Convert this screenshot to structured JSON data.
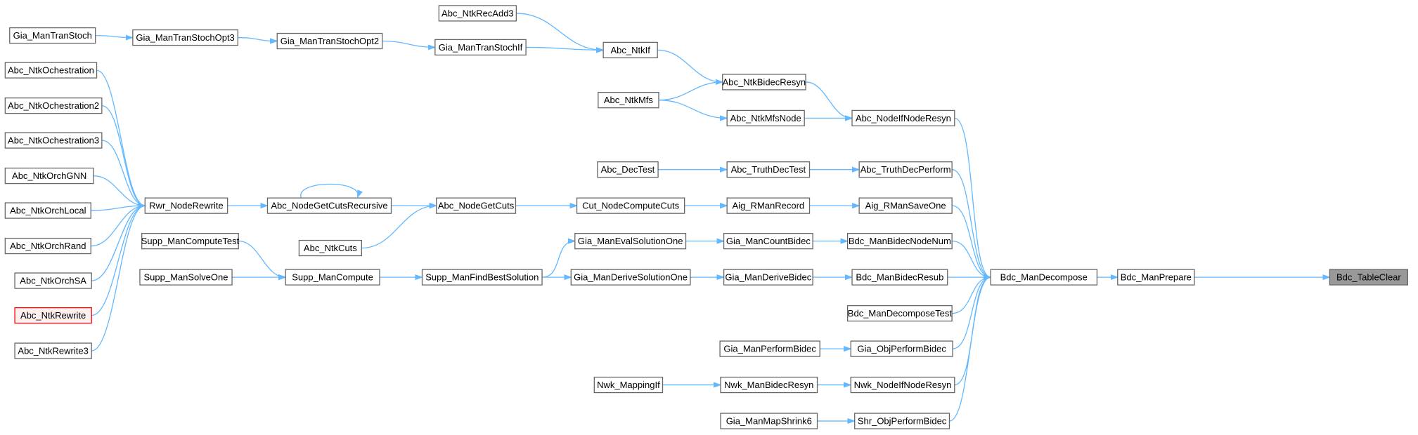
{
  "colors": {
    "edge": "#63b8ff",
    "node_border": "#666666",
    "node_fill": "#ffffff",
    "root_fill": "#999999",
    "highlight_border": "#ff0000",
    "highlight_fill": "#fff0f0"
  },
  "nodes": [
    {
      "id": "gts",
      "label": "Gia_ManTranStoch"
    },
    {
      "id": "gtso3",
      "label": "Gia_ManTranStochOpt3"
    },
    {
      "id": "gtso2",
      "label": "Gia_ManTranStochOpt2"
    },
    {
      "id": "gtsif",
      "label": "Gia_ManTranStochIf"
    },
    {
      "id": "anra",
      "label": "Abc_NtkRecAdd3"
    },
    {
      "id": "anif",
      "label": "Abc_NtkIf"
    },
    {
      "id": "anbr",
      "label": "Abc_NtkBidecResyn"
    },
    {
      "id": "anmfs",
      "label": "Abc_NtkMfs"
    },
    {
      "id": "anmfsn",
      "label": "Abc_NtkMfsNode"
    },
    {
      "id": "anifnr",
      "label": "Abc_NodeIfNodeResyn"
    },
    {
      "id": "ano",
      "label": "Abc_NtkOchestration"
    },
    {
      "id": "ano2",
      "label": "Abc_NtkOchestration2"
    },
    {
      "id": "ano3",
      "label": "Abc_NtkOchestration3"
    },
    {
      "id": "aognn",
      "label": "Abc_NtkOrchGNN"
    },
    {
      "id": "aolocal",
      "label": "Abc_NtkOrchLocal"
    },
    {
      "id": "aorand",
      "label": "Abc_NtkOrchRand"
    },
    {
      "id": "aosa",
      "label": "Abc_NtkOrchSA"
    },
    {
      "id": "anrw",
      "label": "Abc_NtkRewrite",
      "highlight": true
    },
    {
      "id": "anrw3",
      "label": "Abc_NtkRewrite3"
    },
    {
      "id": "rnr",
      "label": "Rwr_NodeRewrite"
    },
    {
      "id": "angcr",
      "label": "Abc_NodeGetCutsRecursive"
    },
    {
      "id": "angc",
      "label": "Abc_NodeGetCuts"
    },
    {
      "id": "anc",
      "label": "Abc_NtkCuts"
    },
    {
      "id": "adt",
      "label": "Abc_DecTest"
    },
    {
      "id": "atdt",
      "label": "Abc_TruthDecTest"
    },
    {
      "id": "atdp",
      "label": "Abc_TruthDecPerform"
    },
    {
      "id": "cncc",
      "label": "Cut_NodeComputeCuts"
    },
    {
      "id": "arr",
      "label": "Aig_RManRecord"
    },
    {
      "id": "arso",
      "label": "Aig_RManSaveOne"
    },
    {
      "id": "smct",
      "label": "Supp_ManComputeTest"
    },
    {
      "id": "smso",
      "label": "Supp_ManSolveOne"
    },
    {
      "id": "smc",
      "label": "Supp_ManCompute"
    },
    {
      "id": "smfbs",
      "label": "Supp_ManFindBestSolution"
    },
    {
      "id": "gmeso",
      "label": "Gia_ManEvalSolutionOne"
    },
    {
      "id": "gmdso",
      "label": "Gia_ManDeriveSolutionOne"
    },
    {
      "id": "gmcb",
      "label": "Gia_ManCountBidec"
    },
    {
      "id": "gmdb",
      "label": "Gia_ManDeriveBidec"
    },
    {
      "id": "bmbnn",
      "label": "Bdc_ManBidecNodeNum"
    },
    {
      "id": "bmbr",
      "label": "Bdc_ManBidecResub"
    },
    {
      "id": "bmdt",
      "label": "Bdc_ManDecomposeTest"
    },
    {
      "id": "gmpb",
      "label": "Gia_ManPerformBidec"
    },
    {
      "id": "gopb",
      "label": "Gia_ObjPerformBidec"
    },
    {
      "id": "nmif",
      "label": "Nwk_MappingIf"
    },
    {
      "id": "nmbr",
      "label": "Nwk_ManBidecResyn"
    },
    {
      "id": "nnifnr",
      "label": "Nwk_NodeIfNodeResyn"
    },
    {
      "id": "gmms6",
      "label": "Gia_ManMapShrink6"
    },
    {
      "id": "sopb",
      "label": "Shr_ObjPerformBidec"
    },
    {
      "id": "bmd",
      "label": "Bdc_ManDecompose"
    },
    {
      "id": "bmp",
      "label": "Bdc_ManPrepare"
    },
    {
      "id": "btc",
      "label": "Bdc_TableClear",
      "root": true
    }
  ],
  "edges": [
    [
      "gts",
      "gtso3"
    ],
    [
      "gtso3",
      "gtso2"
    ],
    [
      "gtso2",
      "gtsif"
    ],
    [
      "gtsif",
      "anif"
    ],
    [
      "anra",
      "anif"
    ],
    [
      "anif",
      "anbr"
    ],
    [
      "anmfs",
      "anbr"
    ],
    [
      "anmfs",
      "anmfsn"
    ],
    [
      "anbr",
      "anifnr"
    ],
    [
      "anmfsn",
      "anifnr"
    ],
    [
      "anifnr",
      "bmd"
    ],
    [
      "ano",
      "rnr"
    ],
    [
      "ano2",
      "rnr"
    ],
    [
      "ano3",
      "rnr"
    ],
    [
      "aognn",
      "rnr"
    ],
    [
      "aolocal",
      "rnr"
    ],
    [
      "aorand",
      "rnr"
    ],
    [
      "aosa",
      "rnr"
    ],
    [
      "anrw",
      "rnr"
    ],
    [
      "anrw3",
      "rnr"
    ],
    [
      "rnr",
      "angcr"
    ],
    [
      "angcr",
      "angcr"
    ],
    [
      "angcr",
      "angc"
    ],
    [
      "anc",
      "angc"
    ],
    [
      "angc",
      "cncc"
    ],
    [
      "cncc",
      "arr"
    ],
    [
      "arr",
      "arso"
    ],
    [
      "arso",
      "bmd"
    ],
    [
      "adt",
      "atdt"
    ],
    [
      "atdt",
      "atdp"
    ],
    [
      "atdp",
      "bmd"
    ],
    [
      "smct",
      "smc"
    ],
    [
      "smso",
      "smc"
    ],
    [
      "smc",
      "smfbs"
    ],
    [
      "smfbs",
      "gmeso"
    ],
    [
      "smfbs",
      "gmdso"
    ],
    [
      "gmeso",
      "gmcb"
    ],
    [
      "gmcb",
      "bmbnn"
    ],
    [
      "bmbnn",
      "bmd"
    ],
    [
      "gmdso",
      "gmdb"
    ],
    [
      "gmdb",
      "bmbr"
    ],
    [
      "bmbr",
      "bmd"
    ],
    [
      "bmdt",
      "bmd"
    ],
    [
      "gmpb",
      "gopb"
    ],
    [
      "gopb",
      "bmd"
    ],
    [
      "nmif",
      "nmbr"
    ],
    [
      "nmbr",
      "nnifnr"
    ],
    [
      "nnifnr",
      "bmd"
    ],
    [
      "gmms6",
      "sopb"
    ],
    [
      "sopb",
      "bmd"
    ],
    [
      "bmd",
      "bmp"
    ],
    [
      "bmp",
      "btc"
    ]
  ]
}
